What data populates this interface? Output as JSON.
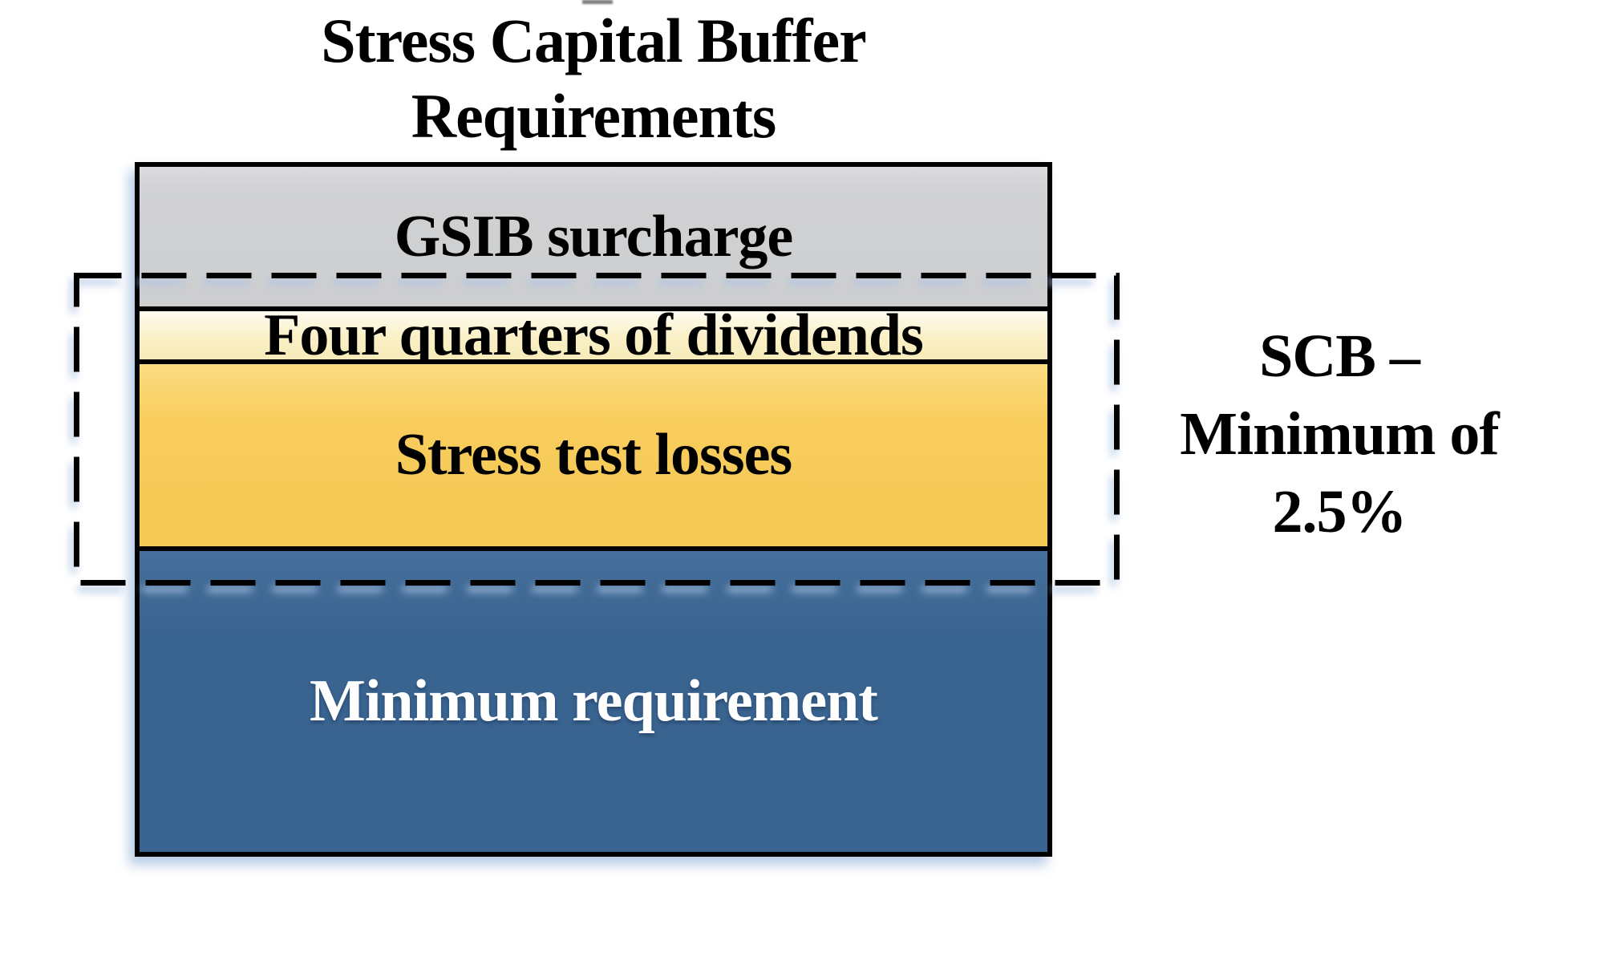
{
  "title": {
    "line1": "Stress Capital Buffer",
    "line2": "Requirements"
  },
  "bar": {
    "segments": [
      {
        "id": "gsib-surcharge",
        "label": "GSIB surcharge",
        "fill": "#CFD0D2",
        "text_color": "#000000"
      },
      {
        "id": "dividends",
        "label": "Four quarters of dividends",
        "fill": "#FAF0C5",
        "text_color": "#000000"
      },
      {
        "id": "stress-test-losses",
        "label": "Stress test losses",
        "fill": "#F8CD5D",
        "text_color": "#000000"
      },
      {
        "id": "minimum-requirement",
        "label": "Minimum requirement",
        "fill": "#3A6490",
        "text_color": "#FFFFFF"
      }
    ]
  },
  "annotation": {
    "line1": "SCB –",
    "line2": "Minimum of",
    "line3": "2.5%"
  },
  "colors": {
    "background": "#FFFFFF",
    "outline": "#000000",
    "dashed_bracket": "#000000",
    "shadow_glow": "#AEC4E2"
  }
}
